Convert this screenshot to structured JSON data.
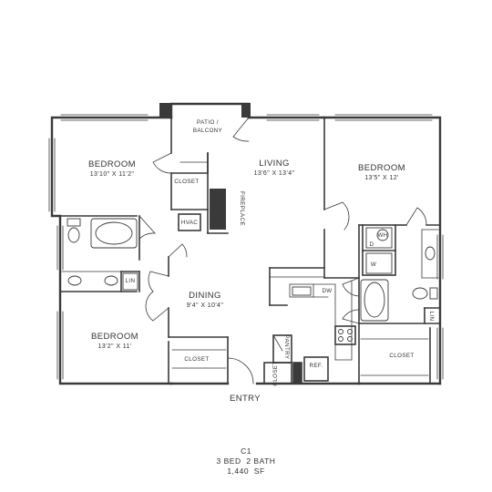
{
  "rooms": {
    "bedroom_nw": {
      "name": "BEDROOM",
      "dim": "13'10\" X 11'2\""
    },
    "bedroom_sw": {
      "name": "BEDROOM",
      "dim": "13'2\" X 11'"
    },
    "bedroom_e": {
      "name": "BEDROOM",
      "dim": "13'5\" X 12'"
    },
    "living": {
      "name": "LIVING",
      "dim": "13'6\" X 13'4\""
    },
    "dining": {
      "name": "DINING",
      "dim": "9'4\" X 10'4\""
    }
  },
  "labels": {
    "patio_line1": "PATIO /",
    "patio_line2": "BALCONY",
    "closet": "CLOSET",
    "hvac": "HVAC",
    "fireplace": "FIREPLACE",
    "lin": "LIN",
    "pantry": "PANTRY",
    "ref": "REF.",
    "dw": "DW",
    "wh": "WH",
    "dryer": "D",
    "washer": "W",
    "entry": "ENTRY"
  },
  "unit": {
    "name": "C1",
    "beds_baths": "3 BED  2 BATH",
    "area": "1,440  SF"
  },
  "colors": {
    "wall": "#3a3a3a",
    "text": "#333333"
  }
}
